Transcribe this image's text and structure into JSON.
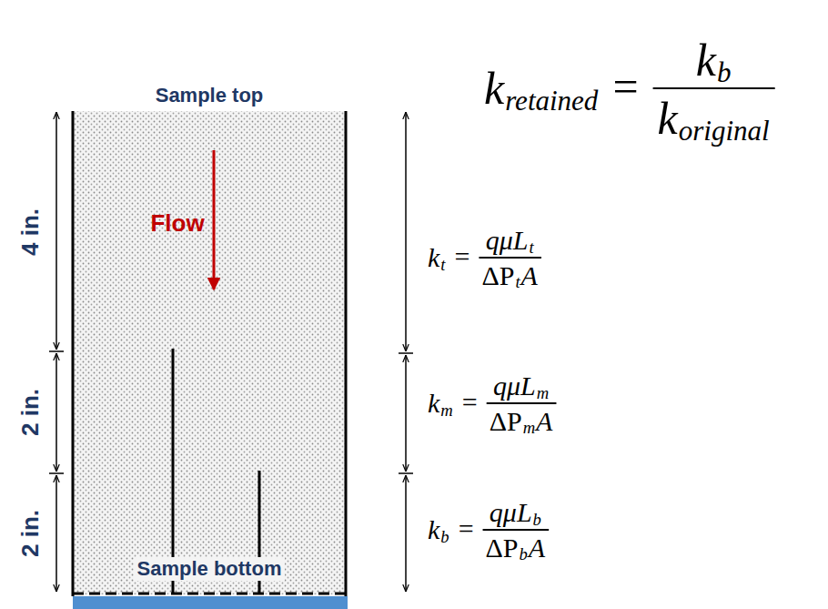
{
  "diagram": {
    "nodes": [
      {
        "text": [
          "Sample top",
          "Flow",
          "Sample bottom"
        ]
      }
    ],
    "labels": [
      "4 in.",
      "2 in.",
      "2 in.",
      "k",
      "retained",
      "=",
      "k",
      "b",
      "k",
      "original",
      "k",
      "t",
      "=",
      "qμL",
      "t",
      "ΔP",
      "t",
      "A",
      "k",
      "m",
      "=",
      "qμL",
      "m",
      "ΔP",
      "m",
      "A",
      "k",
      "b",
      "=",
      "qμL",
      "b",
      "ΔP",
      "b",
      "A"
    ]
  }
}
